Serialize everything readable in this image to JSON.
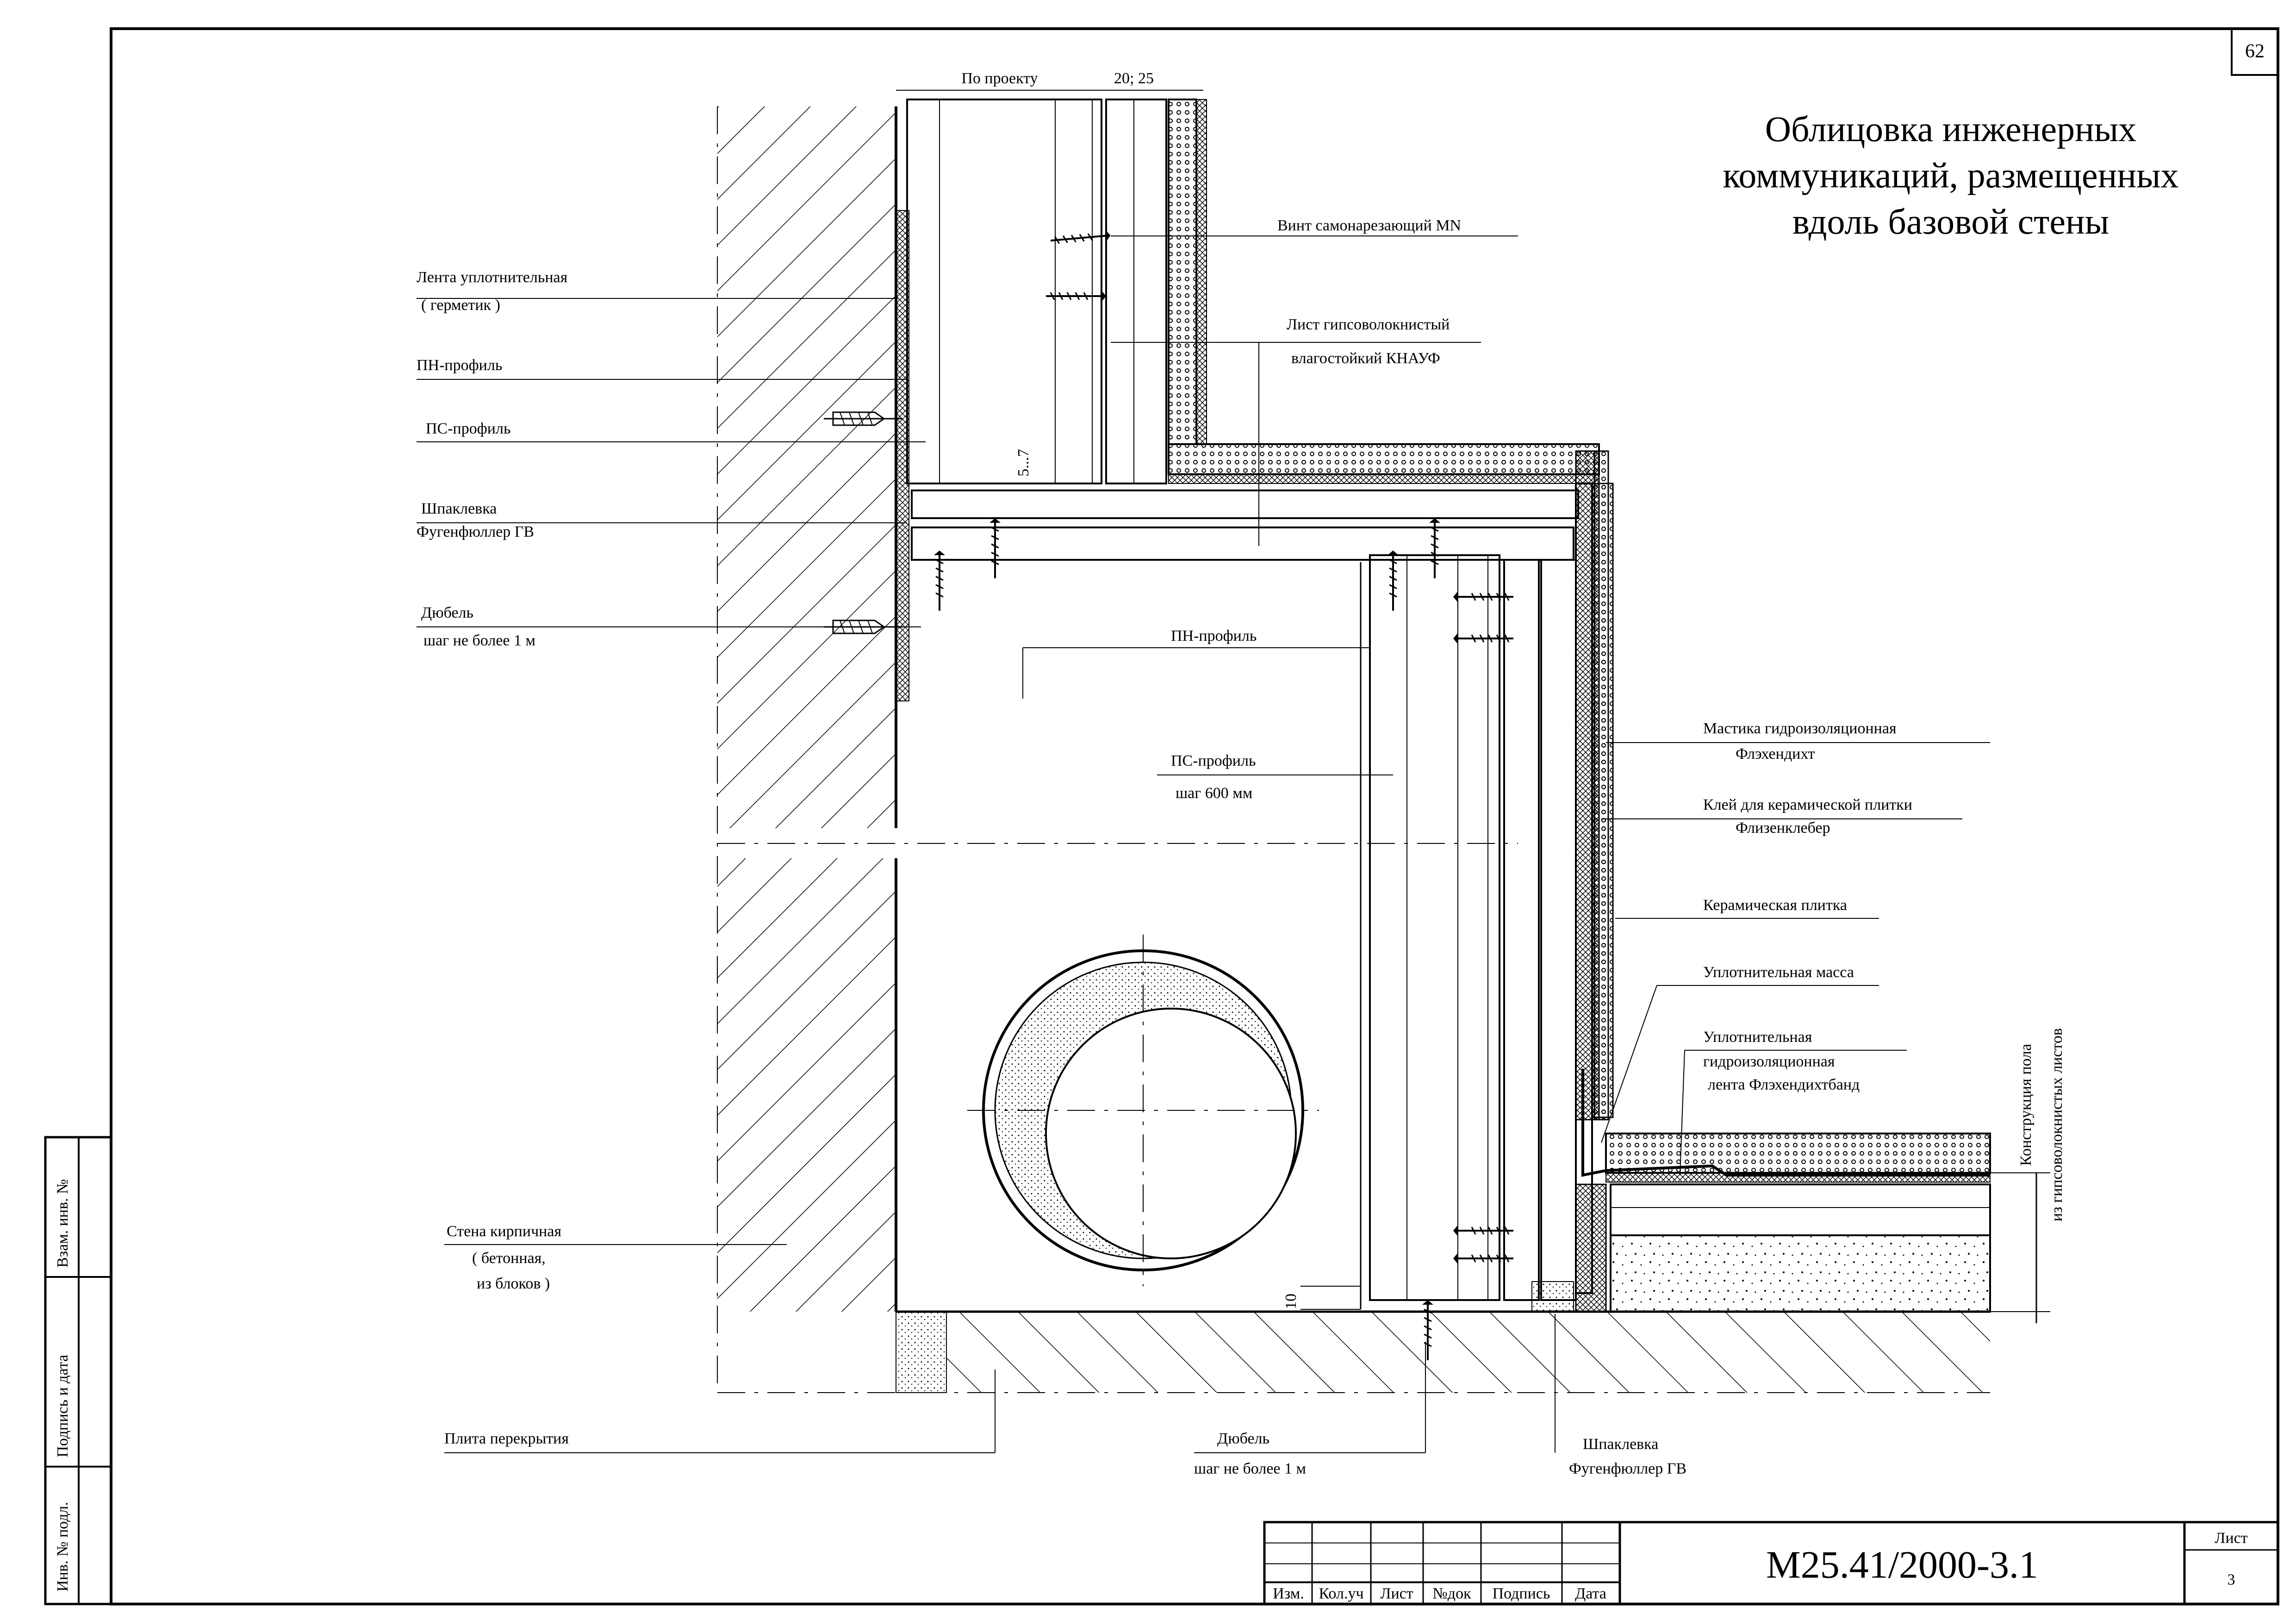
{
  "sheet_number": "62",
  "title": {
    "line1": "Облицовка инженерных",
    "line2": "коммуникаций, размещенных",
    "line3": "вдоль базовой стены"
  },
  "dimensions": {
    "by_project": "По проекту",
    "gap_20_25": "20; 25",
    "gap_5_7": "5...7",
    "gap_10": "10"
  },
  "labels": {
    "screw": "Винт самонарезающий    MN",
    "gvl_sheet_1": "Лист гипсоволокнистый",
    "gvl_sheet_2": "влагостойкий КНАУФ",
    "seal_tape_1": "Лента уплотнительная",
    "seal_tape_2": "( герметик )",
    "pn_profile_1": "ПН-профиль",
    "ps_profile_1": "ПС-профиль",
    "putty_1a": "Шпаклевка",
    "putty_1b": "Фугенфюллер ГВ",
    "dowel_1a": "Дюбель",
    "dowel_1b": "шаг не более 1 м",
    "pn_profile_2": "ПН-профиль",
    "ps_profile_2a": "ПС-профиль",
    "ps_profile_2b": "шаг 600 мм",
    "mastic_1": "Мастика гидроизоляционная",
    "mastic_2": "Флэхендихт",
    "glue_1": "Клей для керамической плитки",
    "glue_2": "Флизенклебер",
    "tile": "Керамическая плитка",
    "seal_mass": "Уплотнительная масса",
    "seal_tape_w1": "Уплотнительная",
    "seal_tape_w2": "гидроизоляционная",
    "seal_tape_w3": "лента Флэхендихтбанд",
    "floor_1": "Конструкция пола",
    "floor_2": "из гипсоволокнистых листов",
    "wall_1": "Стена кирпичная",
    "wall_2": "( бетонная,",
    "wall_3": "из блоков )",
    "slab": "Плита перекрытия",
    "dowel_2a": "Дюбель",
    "dowel_2b": "шаг не более 1 м",
    "putty_2a": "Шпаклевка",
    "putty_2b": "Фугенфюллер ГВ"
  },
  "side_stamp": {
    "field1": "Взам. инв. №",
    "field2": "Подпись и дата",
    "field3": "Инв. № подл."
  },
  "title_block": {
    "columns": [
      "Изм.",
      "Кол.уч",
      "Лист",
      "№док",
      "Подпись",
      "Дата"
    ],
    "document_code": "М25.41/2000-3.1",
    "sheet_label": "Лист",
    "sheet_value": "3"
  }
}
